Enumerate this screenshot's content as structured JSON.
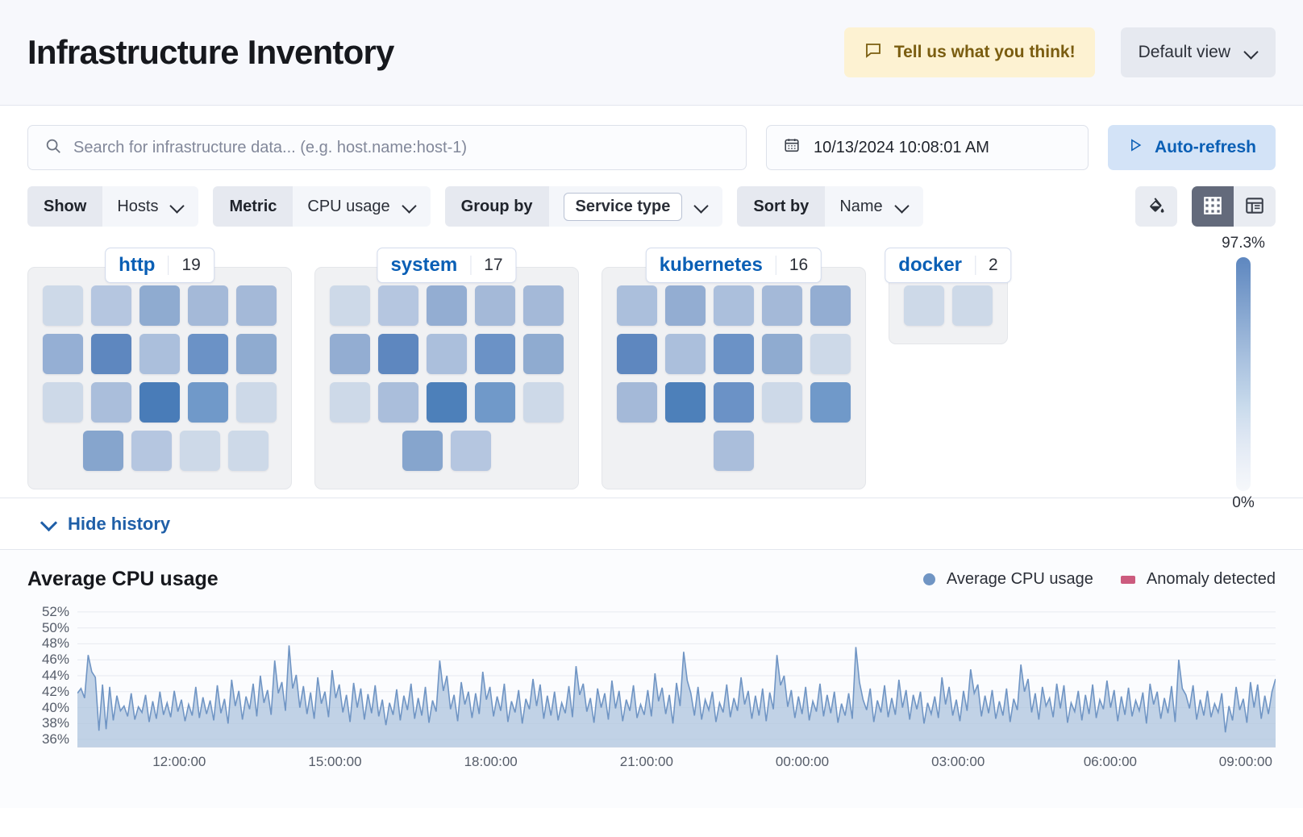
{
  "header": {
    "title": "Infrastructure Inventory",
    "feedback_label": "Tell us what you think!",
    "feedback_icon": "comment-icon",
    "view_label": "Default view",
    "view_chevron_icon": "chevron-down-icon"
  },
  "search": {
    "placeholder": "Search for infrastructure data... (e.g. host.name:host-1)",
    "value": "",
    "icon": "search-icon"
  },
  "datepicker": {
    "value": "10/13/2024 10:08:01 AM",
    "icon": "calendar-icon"
  },
  "autorefresh": {
    "label": "Auto-refresh",
    "icon": "play-icon"
  },
  "filters": [
    {
      "label": "Show",
      "value": "Hosts",
      "boxed": false,
      "name": "show"
    },
    {
      "label": "Metric",
      "value": "CPU usage",
      "boxed": false,
      "name": "metric"
    },
    {
      "label": "Group by",
      "value": "Service type",
      "boxed": true,
      "name": "group-by"
    },
    {
      "label": "Sort by",
      "value": "Name",
      "boxed": false,
      "name": "sort-by"
    }
  ],
  "view_controls": {
    "palette_icon": "color-fill-icon",
    "grid_icon": "grid-view-icon",
    "table_icon": "table-view-icon",
    "active_view": "grid"
  },
  "legend_scale": {
    "max_label": "97.3%",
    "min_label": "0%",
    "color_high": "#5e87bf",
    "color_low": "#f6f8fb"
  },
  "groups": [
    {
      "name": "http",
      "count": "19",
      "rows": [
        {
          "align": "left",
          "tiles": [
            "#cdd9e8",
            "#b5c6e0",
            "#8fabd0",
            "#a4b9d8",
            "#a4b9d8"
          ]
        },
        {
          "align": "left",
          "tiles": [
            "#95afd4",
            "#5e87bf",
            "#abbfdc",
            "#6b92c6",
            "#8fabd0"
          ]
        },
        {
          "align": "left",
          "tiles": [
            "#cdd9e8",
            "#aabedb",
            "#497cb8",
            "#7099c9",
            "#cdd9e8"
          ]
        },
        {
          "align": "rightish",
          "tiles": [
            "#86a5cd",
            "#b5c6e0",
            "#cdd9e8",
            "#cdd9e8"
          ]
        }
      ]
    },
    {
      "name": "system",
      "count": "17",
      "rows": [
        {
          "align": "left",
          "tiles": [
            "#cdd9e8",
            "#b5c6e0",
            "#93add2",
            "#a4b9d8",
            "#a4b9d8"
          ]
        },
        {
          "align": "left",
          "tiles": [
            "#93add2",
            "#5e87bf",
            "#abbfdc",
            "#6b92c6",
            "#8fabd0"
          ]
        },
        {
          "align": "left",
          "tiles": [
            "#cdd9e8",
            "#aabedb",
            "#4d80ba",
            "#7099c9",
            "#cdd9e8"
          ]
        },
        {
          "align": "center",
          "tiles": [
            "#86a5cd",
            "#b5c6e0"
          ]
        }
      ]
    },
    {
      "name": "kubernetes",
      "count": "16",
      "rows": [
        {
          "align": "left",
          "tiles": [
            "#abbfdc",
            "#93add2",
            "#abbfdc",
            "#a4b9d8",
            "#93add2"
          ]
        },
        {
          "align": "left",
          "tiles": [
            "#5e87bf",
            "#abbfdc",
            "#6b92c6",
            "#8fabd0",
            "#cdd9e8"
          ]
        },
        {
          "align": "left",
          "tiles": [
            "#a4b9d8",
            "#4d80ba",
            "#6b92c6",
            "#cdd9e8",
            "#7099c9"
          ]
        },
        {
          "align": "center",
          "tiles": [
            "#aabedb"
          ]
        }
      ]
    },
    {
      "name": "docker",
      "count": "2",
      "rows": [
        {
          "align": "center",
          "tiles": [
            "#cdd9e8",
            "#cdd9e8"
          ]
        }
      ]
    }
  ],
  "history_toggle": {
    "label": "Hide history",
    "icon": "chevron-down-icon"
  },
  "chart_data": {
    "type": "area",
    "title": "Average CPU usage",
    "xlabel": "",
    "ylabel": "",
    "ylim": [
      35,
      53
    ],
    "grid": true,
    "legend_position": "top-right",
    "legend": [
      {
        "name": "Average CPU usage",
        "color": "#7095c4",
        "marker": "dot"
      },
      {
        "name": "Anomaly detected",
        "color": "#cc5b7e",
        "marker": "square"
      }
    ],
    "yticks": [
      "52%",
      "50%",
      "48%",
      "46%",
      "44%",
      "42%",
      "40%",
      "38%",
      "36%"
    ],
    "ytick_values": [
      52,
      50,
      48,
      46,
      44,
      42,
      40,
      38,
      36
    ],
    "xticks": [
      "12:00:00",
      "15:00:00",
      "18:00:00",
      "21:00:00",
      "00:00:00",
      "03:00:00",
      "06:00:00",
      "09:00:00"
    ],
    "xtick_positions": [
      0.085,
      0.215,
      0.345,
      0.475,
      0.605,
      0.735,
      0.862,
      0.975
    ],
    "series": [
      {
        "name": "Average CPU usage",
        "color": "#7095c4",
        "fill": "#aec4dd",
        "values": [
          41.8,
          42.4,
          41.2,
          46.6,
          44.5,
          43.8,
          37.1,
          42.9,
          37.3,
          42.6,
          38.4,
          41.5,
          39.6,
          40.2,
          38.9,
          41.8,
          38.5,
          40.1,
          39.4,
          41.6,
          38.2,
          40.8,
          38.6,
          42.0,
          39.1,
          40.6,
          38.8,
          42.1,
          39.5,
          41.0,
          38.3,
          40.4,
          39.0,
          42.6,
          38.7,
          41.3,
          39.2,
          40.9,
          38.4,
          42.8,
          39.3,
          41.1,
          38.0,
          43.5,
          40.2,
          42.1,
          38.5,
          41.4,
          39.8,
          43.0,
          38.9,
          44.0,
          40.6,
          42.2,
          39.1,
          45.9,
          41.8,
          43.2,
          39.6,
          47.8,
          42.4,
          44.1,
          40.0,
          42.7,
          39.2,
          41.9,
          38.6,
          43.8,
          40.5,
          42.0,
          38.8,
          44.7,
          41.2,
          42.9,
          39.4,
          41.6,
          38.2,
          43.1,
          40.0,
          42.4,
          38.5,
          41.7,
          39.3,
          42.8,
          38.9,
          41.0,
          37.8,
          40.6,
          39.1,
          42.3,
          38.4,
          41.5,
          39.7,
          43.0,
          38.6,
          41.2,
          39.0,
          42.6,
          38.1,
          40.9,
          39.5,
          45.9,
          42.1,
          44.0,
          39.8,
          41.6,
          38.3,
          43.2,
          40.4,
          42.0,
          38.7,
          41.8,
          39.2,
          44.5,
          41.0,
          42.6,
          38.9,
          41.4,
          39.6,
          43.0,
          38.2,
          40.8,
          39.4,
          42.2,
          38.0,
          41.1,
          39.8,
          43.6,
          40.2,
          42.9,
          38.6,
          41.5,
          39.0,
          42.0,
          38.4,
          40.6,
          39.3,
          42.7,
          38.8,
          45.2,
          41.6,
          43.0,
          39.5,
          41.2,
          38.1,
          42.4,
          40.0,
          41.8,
          38.5,
          43.4,
          39.9,
          42.1,
          38.3,
          41.0,
          39.6,
          42.8,
          38.7,
          40.4,
          39.1,
          42.2,
          38.9,
          44.3,
          40.8,
          42.5,
          39.2,
          41.6,
          38.0,
          43.1,
          40.2,
          47.0,
          43.4,
          41.8,
          39.0,
          42.6,
          38.5,
          41.0,
          39.7,
          42.0,
          38.2,
          40.6,
          39.4,
          42.9,
          38.8,
          41.2,
          39.6,
          43.8,
          40.4,
          42.1,
          38.6,
          41.5,
          39.0,
          42.4,
          38.3,
          41.9,
          39.8,
          46.6,
          42.8,
          44.0,
          40.1,
          42.2,
          38.7,
          41.4,
          39.2,
          42.6,
          38.4,
          40.8,
          39.5,
          43.0,
          38.9,
          41.6,
          39.3,
          42.0,
          38.1,
          40.5,
          39.0,
          41.8,
          38.6,
          47.6,
          43.2,
          41.0,
          39.7,
          42.4,
          38.2,
          40.9,
          39.4,
          42.8,
          38.8,
          41.2,
          39.1,
          43.5,
          40.0,
          42.2,
          38.5,
          41.6,
          39.8,
          42.0,
          38.0,
          40.6,
          39.2,
          41.4,
          38.7,
          43.8,
          40.4,
          42.6,
          39.0,
          41.0,
          38.3,
          42.1,
          39.6,
          44.8,
          41.8,
          42.9,
          38.9,
          41.5,
          39.3,
          42.2,
          38.6,
          40.8,
          39.0,
          42.4,
          38.2,
          41.1,
          39.7,
          45.4,
          42.0,
          43.6,
          39.4,
          41.8,
          38.5,
          42.6,
          40.2,
          41.2,
          38.8,
          43.0,
          39.9,
          42.8,
          38.1,
          40.6,
          39.5,
          42.1,
          38.4,
          41.6,
          39.2,
          42.9,
          38.7,
          41.0,
          39.8,
          43.4,
          40.0,
          42.2,
          38.3,
          41.4,
          39.1,
          42.5,
          38.9,
          40.9,
          39.6,
          41.9,
          38.0,
          43.0,
          40.4,
          42.0,
          38.6,
          41.2,
          39.3,
          42.7,
          38.2,
          46.0,
          42.4,
          41.6,
          39.9,
          42.8,
          38.5,
          41.0,
          39.0,
          42.1,
          38.8,
          40.5,
          39.4,
          41.8,
          36.9,
          40.2,
          38.4,
          42.6,
          39.7,
          41.1,
          38.1,
          43.2,
          40.0,
          42.9,
          38.6,
          41.5,
          39.2,
          42.0,
          43.6
        ]
      }
    ]
  }
}
